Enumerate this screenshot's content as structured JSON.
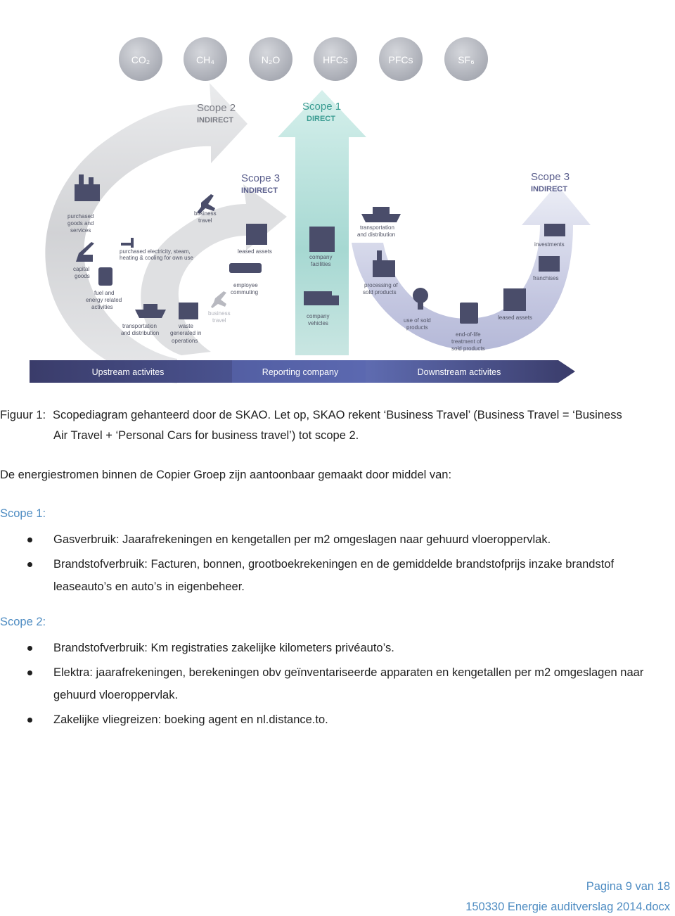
{
  "diagram": {
    "gases": [
      "CO₂",
      "CH₄",
      "N₂O",
      "HFCs",
      "PFCs",
      "SF₆"
    ],
    "scope2": {
      "title": "Scope 2",
      "sub": "INDIRECT"
    },
    "scope1": {
      "title": "Scope 1",
      "sub": "DIRECT"
    },
    "scope3_left": {
      "title": "Scope 3",
      "sub": "INDIRECT"
    },
    "scope3_right": {
      "title": "Scope 3",
      "sub": "INDIRECT"
    },
    "labels": {
      "purchased_goods": [
        "purchased",
        "goods and",
        "services"
      ],
      "business_travel": [
        "business",
        "travel"
      ],
      "purchased_electricity": [
        "purchased electricity, steam,",
        "heating & cooling for own use"
      ],
      "capital_goods": [
        "capital",
        "goods"
      ],
      "fuel_energy": [
        "fuel and",
        "energy related",
        "activities"
      ],
      "transport_left": [
        "transportation",
        "and distribution"
      ],
      "waste": [
        "waste",
        "generated in",
        "operations"
      ],
      "business_travel_faint": [
        "business",
        "travel"
      ],
      "leased_assets_left": [
        "leased assets"
      ],
      "employee_commuting": [
        "employee",
        "commuting"
      ],
      "company_facilities": [
        "company",
        "facilities"
      ],
      "company_vehicles": [
        "company",
        "vehicles"
      ],
      "transport_right": [
        "transportation",
        "and distribution"
      ],
      "processing": [
        "processing of",
        "sold products"
      ],
      "use_of_sold": [
        "use of sold",
        "products"
      ],
      "end_of_life": [
        "end-of-life",
        "treatment of",
        "sold products"
      ],
      "leased_assets_right": [
        "leased assets"
      ],
      "investments": [
        "investments"
      ],
      "franchises": [
        "franchises"
      ]
    },
    "band": {
      "upstream": "Upstream activites",
      "reporting": "Reporting company",
      "downstream": "Downstream activites"
    },
    "colors": {
      "gas_circle": "#b9bcc4",
      "grey_arrow": "#c9cace",
      "teal_arrow": "#a9d9d4",
      "lavender_arrow": "#c5c7e1",
      "band_dark": "#3d3f6e",
      "band_mid": "#5a65a8",
      "text_blue": "#4e8cc2"
    }
  },
  "caption": {
    "num": "Figuur 1:",
    "line1": "Scopediagram gehanteerd door de SKAO. Let op, SKAO rekent ‘Business Travel’ (Business Travel = ‘Business",
    "line2": "Air Travel + ‘Personal Cars for business travel’) tot scope 2."
  },
  "intro": "De energiestromen binnen de Copier Groep zijn aantoonbaar gemaakt door middel van:",
  "scope1": {
    "heading": "Scope 1:",
    "items": [
      "Gasverbruik: Jaarafrekeningen en kengetallen per m2 omgeslagen naar gehuurd vloeroppervlak.",
      "Brandstofverbruik: Facturen, bonnen, grootboekrekeningen en de gemiddelde brandstofprijs inzake brandstof leaseauto’s en auto’s in eigenbeheer."
    ]
  },
  "scope2": {
    "heading": "Scope 2:",
    "items": [
      "Brandstofverbruik: Km registraties zakelijke kilometers privéauto’s.",
      "Elektra: jaarafrekeningen, berekeningen obv geïnventariseerde apparaten en kengetallen per m2 omgeslagen naar gehuurd vloeroppervlak.",
      "Zakelijke vliegreizen: boeking agent en nl.distance.to."
    ]
  },
  "footer": {
    "page": "Pagina 9 van 18",
    "file": "150330 Energie auditverslag 2014.docx"
  }
}
